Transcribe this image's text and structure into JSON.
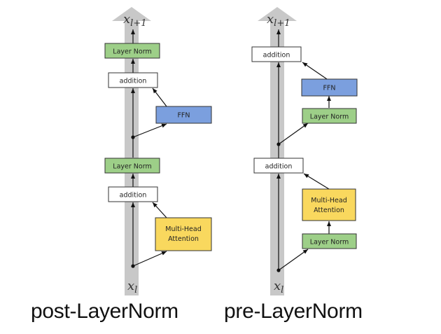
{
  "post": {
    "caption": "post-LayerNorm",
    "input_label": "x",
    "input_sub": "l",
    "output_label": "x",
    "output_sub": "l+1",
    "boxes": {
      "norm_top": "Layer Norm",
      "add_top": "addition",
      "ffn": "FFN",
      "norm_mid": "Layer Norm",
      "add_bottom": "addition",
      "mha_line1": "Multi-Head",
      "mha_line2": "Attention"
    }
  },
  "pre": {
    "caption": "pre-LayerNorm",
    "input_label": "x",
    "input_sub": "l",
    "output_label": "x",
    "output_sub": "l+1",
    "boxes": {
      "add_top": "addition",
      "ffn": "FFN",
      "norm_mid": "Layer Norm",
      "add_bottom": "addition",
      "mha_line1": "Multi-Head",
      "mha_line2": "Attention",
      "norm_bottom": "Layer Norm"
    }
  },
  "colors": {
    "layer_norm": "#9dcf88",
    "ffn": "#7b9fde",
    "attention": "#f9d85e",
    "addition": "#ffffff",
    "residual_stream": "#c8c8c8"
  }
}
